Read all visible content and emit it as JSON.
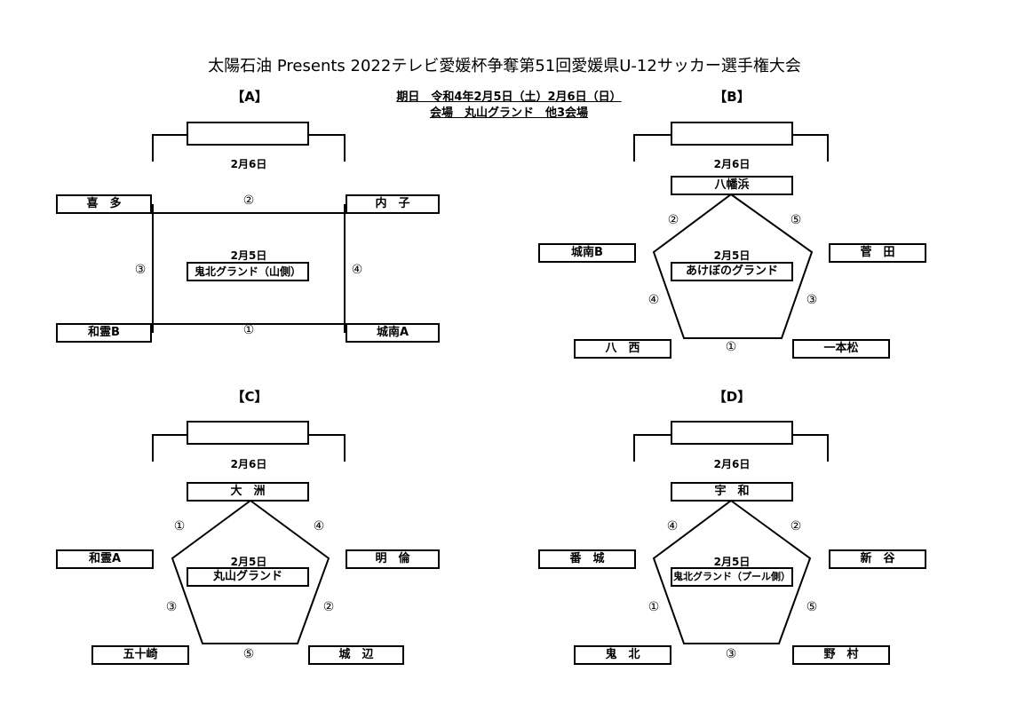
{
  "title": "太陽石油 Presents 2022テレビ愛媛杯争奪第51回愛媛県U-12サッカー選手権大会",
  "schedule": "期日　令和4年2月5日（土）2月6日（日）",
  "venue": "会場　丸山グランド　他3会場",
  "final_date": "2月6日",
  "groups": {
    "A": {
      "label": "【A】",
      "day1": "2月5日",
      "ground": "鬼北グランド（山側）",
      "teams": [
        "喜　多",
        "内　子",
        "和霊B",
        "城南A"
      ],
      "nums": [
        "②",
        "③",
        "④",
        "①"
      ]
    },
    "B": {
      "label": "【B】",
      "day1": "2月5日",
      "ground": "あけぼのグランド",
      "teams": [
        "八幡浜",
        "城南B",
        "菅　田",
        "八　西",
        "一本松"
      ],
      "nums": [
        "②",
        "⑤",
        "④",
        "③",
        "①"
      ]
    },
    "C": {
      "label": "【C】",
      "day1": "2月5日",
      "ground": "丸山グランド",
      "teams": [
        "大　洲",
        "和霊A",
        "明　倫",
        "五十崎",
        "城　辺"
      ],
      "nums": [
        "①",
        "④",
        "③",
        "②",
        "⑤"
      ]
    },
    "D": {
      "label": "【D】",
      "day1": "2月5日",
      "ground": "鬼北グランド（プール側）",
      "teams": [
        "宇　和",
        "番　城",
        "新　谷",
        "鬼　北",
        "野　村"
      ],
      "nums": [
        "④",
        "②",
        "①",
        "⑤",
        "③"
      ]
    }
  }
}
